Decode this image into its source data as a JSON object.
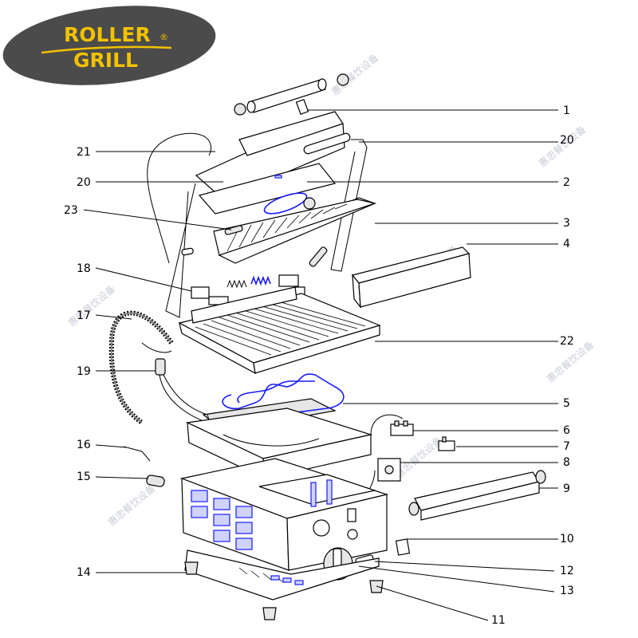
{
  "brand": {
    "line1": "ROLLER",
    "line2": "GRILL",
    "registered": "®",
    "badge_color": "#4b4b4b",
    "text_color": "#f2c200"
  },
  "watermark": "惠忠餐饮设备",
  "callouts": {
    "c1": "1",
    "c2": "2",
    "c3": "3",
    "c4": "4",
    "c5": "5",
    "c6": "6",
    "c7": "7",
    "c8": "8",
    "c9": "9",
    "c10": "10",
    "c11": "11",
    "c12": "12",
    "c13": "13",
    "c14": "14",
    "c15": "15",
    "c16": "16",
    "c17": "17",
    "c18": "18",
    "c19": "19",
    "c20a": "20",
    "c20b": "20",
    "c21": "21",
    "c22": "22",
    "c23": "23"
  },
  "colors": {
    "line": "#000000",
    "heating_element": "#1a1aff"
  }
}
